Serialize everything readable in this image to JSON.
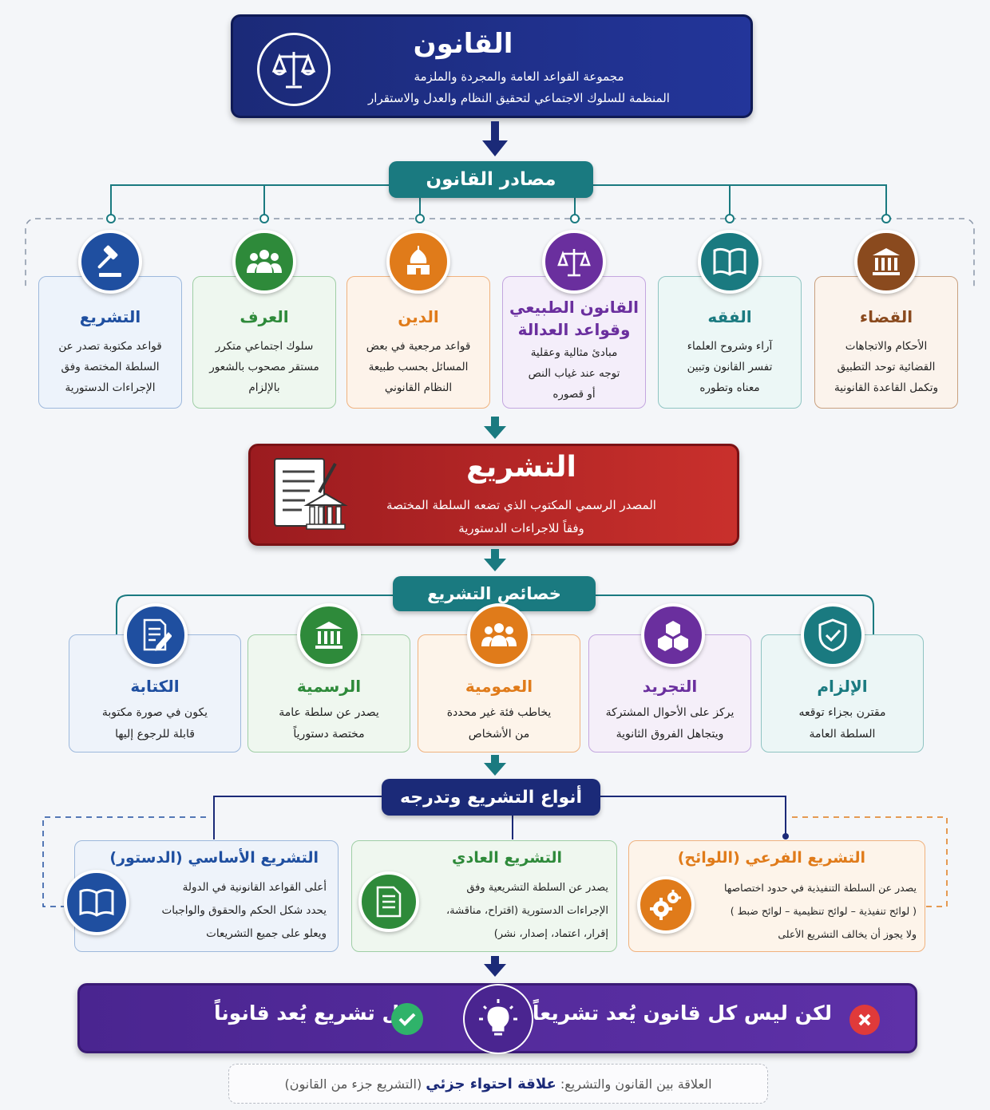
{
  "header": {
    "title": "القانون",
    "subtitle_line1": "مجموعة القواعد العامة والمجردة والملزمة",
    "subtitle_line2": "المنظمة للسلوك الاجتماعي لتحقيق النظام والعدل والاستقرار",
    "icon": "scales-icon"
  },
  "sources": {
    "heading": "مصادر القانون",
    "items": [
      {
        "title": "القضاء",
        "desc": [
          "الأحكام والاتجاهات",
          "القضائية توحد التطبيق",
          "وتكمل القاعدة القانونية"
        ],
        "icon": "courthouse-icon",
        "color": "#8a4a1e",
        "bg": "#fbf3ec"
      },
      {
        "title": "الفقه",
        "desc": [
          "آراء وشروح العلماء",
          "تفسر القانون وتبين",
          "معناه وتطوره"
        ],
        "icon": "book-icon",
        "color": "#1a7a80",
        "bg": "#ecf7f6"
      },
      {
        "title": "القانون الطبيعي وقواعد العدالة",
        "title_line1": "القانون الطبيعي",
        "title_line2": "وقواعد العدالة",
        "desc": [
          "مبادئ مثالية وعقلية",
          "توجه عند غياب النص",
          "أو قصوره"
        ],
        "icon": "scales-icon",
        "color": "#6a2f9e",
        "bg": "#f4eefa"
      },
      {
        "title": "الدين",
        "desc": [
          "قواعد مرجعية في بعض",
          "المسائل بحسب طبيعة",
          "النظام القانوني"
        ],
        "icon": "mosque-icon",
        "color": "#e07b1a",
        "bg": "#fdf3ea"
      },
      {
        "title": "العرف",
        "desc": [
          "سلوك اجتماعي متكرر",
          "مستقر مصحوب بالشعور",
          "بالإلزام"
        ],
        "icon": "people-icon",
        "color": "#2e8a3a",
        "bg": "#eef7ef"
      },
      {
        "title": "التشريع",
        "desc": [
          "قواعد مكتوبة تصدر عن",
          "السلطة المختصة وفق",
          "الإجراءات الدستورية"
        ],
        "icon": "gavel-icon",
        "color": "#1f4fa0",
        "bg": "#edf3fb"
      }
    ]
  },
  "legislation": {
    "title": "التشريع",
    "line1": "المصدر الرسمي المكتوب الذي تضعه السلطة المختصة",
    "line2": "وفقاً للاجراءات الدستورية",
    "icon": "document-courthouse-icon"
  },
  "features": {
    "heading": "خصائص التشريع",
    "items": [
      {
        "title": "الإلزام",
        "desc": [
          "مقترن بجزاء توقعه",
          "السلطة العامة"
        ],
        "icon": "shield-check-icon",
        "color": "#1a7a80",
        "bg": "#ecf6f6"
      },
      {
        "title": "التجريد",
        "desc": [
          "يركز على الأحوال المشتركة",
          "ويتجاهل الفروق الثانوية"
        ],
        "icon": "cubes-icon",
        "color": "#6a2f9e",
        "bg": "#f5eff9"
      },
      {
        "title": "العمومية",
        "desc": [
          "يخاطب فئة غير محددة",
          "من الأشخاص"
        ],
        "icon": "people-icon",
        "color": "#e07b1a",
        "bg": "#fdf4ea"
      },
      {
        "title": "الرسمية",
        "desc": [
          "يصدر عن سلطة عامة",
          "مختصة دستورياً"
        ],
        "icon": "courthouse-icon",
        "color": "#2e8a3a",
        "bg": "#eff7ef"
      },
      {
        "title": "الكتابة",
        "desc": [
          "يكون في صورة مكتوبة",
          "قابلة للرجوع إليها"
        ],
        "icon": "document-edit-icon",
        "color": "#1f4fa0",
        "bg": "#eef3fa"
      }
    ]
  },
  "types": {
    "heading": "أنواع التشريع وتدرجه",
    "items": [
      {
        "title": "التشريع الفرعي (اللوائح)",
        "desc": [
          "يصدر عن السلطة التنفيذية في حدود اختصاصها",
          "( لوائح تنفيذية – لوائح تنظيمية – لوائح ضبط )",
          "ولا يجوز أن يخالف التشريع الأعلى"
        ],
        "icon": "gears-icon",
        "color": "#e07b1a",
        "bg": "#fdf4ea"
      },
      {
        "title": "التشريع العادي",
        "desc": [
          "يصدر عن السلطة التشريعية وفق",
          "الإجراءات الدستورية (اقتراح، مناقشة،",
          "إقرار، اعتماد، إصدار، نشر)"
        ],
        "icon": "document-list-icon",
        "color": "#2e8a3a",
        "bg": "#eff7ef"
      },
      {
        "title": "التشريع الأساسي (الدستور)",
        "desc": [
          "أعلى القواعد القانونية في الدولة",
          "يحدد شكل الحكم والحقوق والواجبات",
          "ويعلو على جميع التشريعات"
        ],
        "icon": "book-icon",
        "color": "#1f4fa0",
        "bg": "#eef3fa"
      }
    ]
  },
  "conclusion": {
    "right_text": "لكن ليس كل قانون يُعد تشريعاً",
    "left_text": "كل تشريع يُعد قانوناً",
    "right_icon": "x-icon",
    "center_icon": "lightbulb-icon",
    "left_icon": "check-icon"
  },
  "note": {
    "prefix": "العلاقة بين القانون والتشريع:",
    "emphasis": "علاقة احتواء جزئي",
    "suffix": "(التشريع جزء من القانون)"
  },
  "colors": {
    "navy": "#1b2a78",
    "teal": "#1a7a80",
    "red": "#b5262a",
    "purple": "#4a2590"
  }
}
